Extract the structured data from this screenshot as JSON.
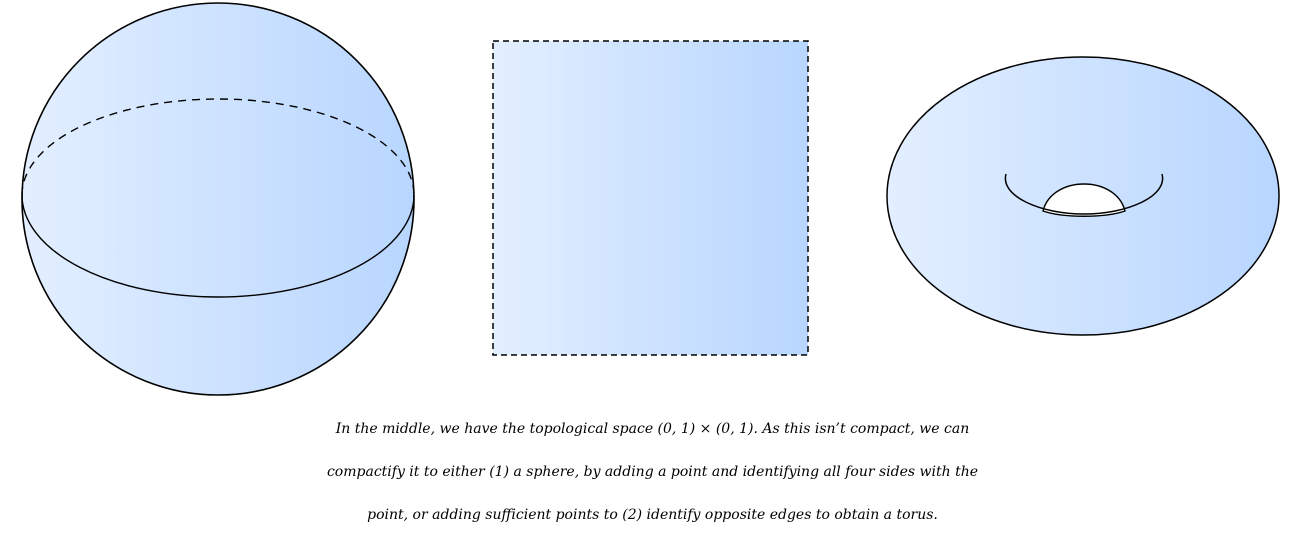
{
  "colors": {
    "fill_light": "#e3efff",
    "fill_dark": "#b8d6ff",
    "stroke": "#000000",
    "background": "#ffffff"
  },
  "figures": {
    "left": "sphere",
    "middle": "open-square",
    "right": "torus"
  },
  "caption": {
    "line1": "In the middle, we have the topological space (0, 1) × (0, 1). As this isn’t compact, we can",
    "line2": "compactify it to either (1) a sphere, by adding a point and identifying all four sides with the",
    "line3": "point, or adding sufficient points to (2) identify opposite edges to obtain a torus."
  }
}
